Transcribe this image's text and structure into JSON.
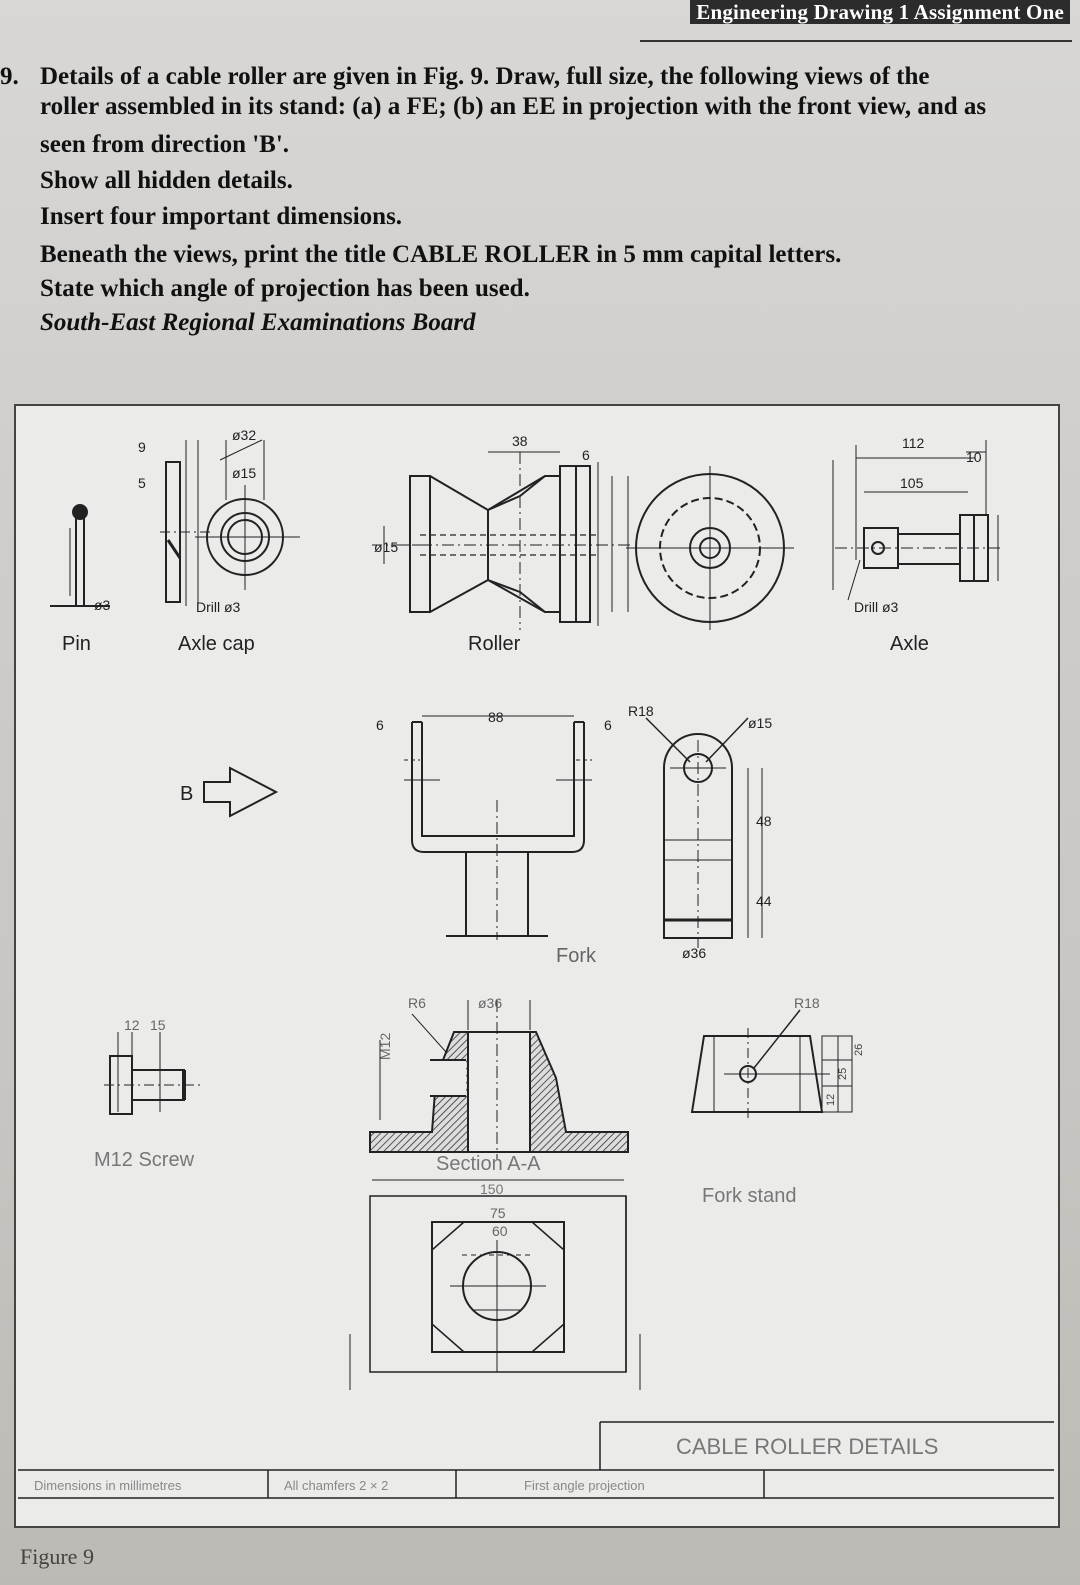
{
  "header": "Engineering Drawing 1 Assignment One",
  "question": {
    "number": "9.",
    "line1": "Details of a cable roller are given in Fig. 9. Draw, full size, the following views of the",
    "line2": "roller assembled in its stand: (a) a FE; (b) an EE in projection with the front view, and as",
    "line3": "seen from direction 'B'.",
    "line4": "Show all hidden details.",
    "line5": "Insert four important dimensions.",
    "line6": "Beneath the views, print the title CABLE ROLLER in 5 mm capital letters.",
    "line7": "State which angle of projection has been used.",
    "board": "South-East Regional Examinations Board"
  },
  "parts": {
    "pin": "Pin",
    "axle_cap": "Axle cap",
    "roller": "Roller",
    "axle": "Axle",
    "fork": "Fork",
    "m12_screw": "M12 Screw",
    "section": "Section A-A",
    "fork_stand": "Fork stand",
    "direction": "B"
  },
  "dimensions": {
    "pin_9": "9",
    "pin_5": "5",
    "pin_d": "ø3",
    "cap_d32": "ø32",
    "cap_d15": "ø15",
    "drill": "Drill ø3",
    "roller_38": "38",
    "roller_6": "6",
    "roller_d15": "ø15",
    "axle_112": "112",
    "axle_105": "105",
    "axle_10": "10",
    "fork_88": "88",
    "fork_6a": "6",
    "fork_6b": "6",
    "fork_r18": "R18",
    "fork_d15": "ø15",
    "fork_48": "48",
    "fork_44": "44",
    "fork_d36": "ø36",
    "screw_12": "12",
    "screw_15": "15",
    "stand_r6": "R6",
    "stand_d36": "ø36",
    "stand_m12": "M12",
    "stand_r18": "R18",
    "stand_150": "150",
    "stand_75": "75",
    "stand_60": "60",
    "stand_12": "12",
    "stand_25": "25",
    "stand_26": "26"
  },
  "title_block": {
    "title": "CABLE ROLLER DETAILS",
    "units": "Dimensions in millimetres",
    "chamfers": "All chamfers 2 × 2",
    "projection": "First angle projection"
  },
  "figure_label": "Figure 9"
}
